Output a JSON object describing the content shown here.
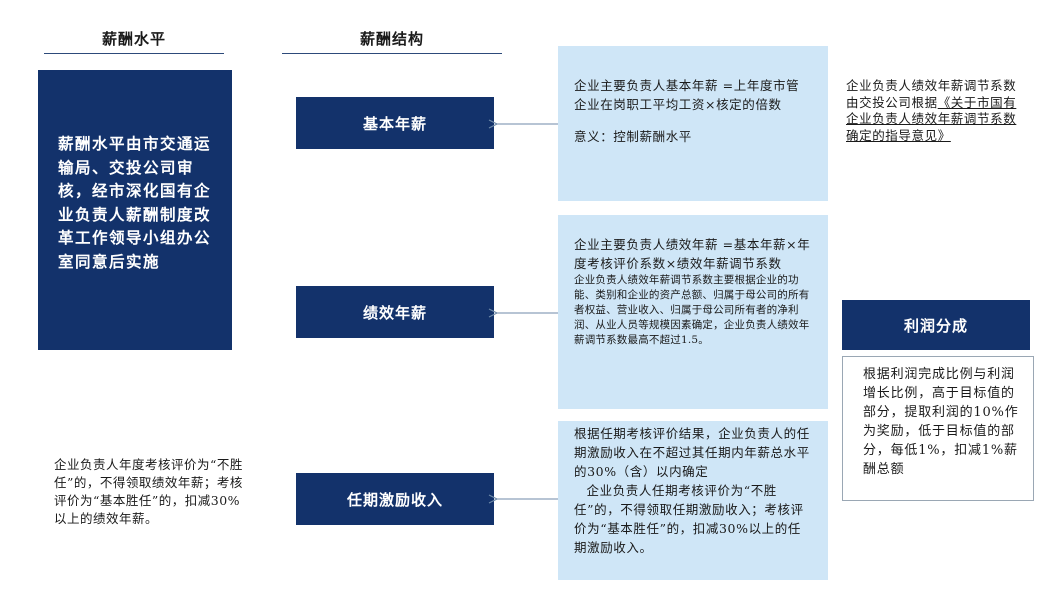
{
  "headers": {
    "salary_level": "薪酬水平",
    "salary_structure": "薪酬结构"
  },
  "left_panel": {
    "text": "薪酬水平由市交通运输局、交投公司审核，经市深化国有企业负责人薪酬制度改革工作领导小组办公室同意后实施"
  },
  "components": {
    "base_salary": "基本年薪",
    "performance_salary": "绩效年薪",
    "term_incentive": "任期激励收入"
  },
  "descriptions": {
    "base": {
      "formula": "企业主要负责人基本年薪 =上年度市管企业在岗职工平均工资×核定的倍数",
      "meaning": "意义：控制薪酬水平"
    },
    "performance": {
      "formula": "企业主要负责人绩效年薪 =基本年薪×年度考核评价系数×绩效年薪调节系数",
      "detail": "企业负责人绩效年薪调节系数主要根据企业的功能、类别和企业的资产总额、归属于母公司的所有者权益、营业收入、归属于母公司所有者的净利润、从业人员等规模因素确定，企业负责人绩效年薪调节系数最高不超过1.5。"
    },
    "term": {
      "rule1": "根据任期考核评价结果，企业负责人的任期激励收入在不超过其任期内年薪总水平的30%（含）以内确定",
      "rule2": "企业负责人任期考核评价为“不胜任”的，不得领取任期激励收入；考核评价为“基本胜任”的，扣减30%以上的任期激励收入。"
    }
  },
  "side_notes": {
    "performance_adjust": {
      "line1": "企业负责人绩效年薪调节系数由交投公司根据",
      "line2": "《关于市国有企业负责人绩效年薪调节系数确定的指导意见》"
    },
    "annual_review": "企业负责人年度考核评价为“不胜任”的，不得领取绩效年薪；考核评价为“基本胜任”的，扣减30%以上的绩效年薪。"
  },
  "profit_sharing": {
    "title": "利润分成",
    "text": "根据利润完成比例与利润增长比例，高于目标值的部分，提取利润的10%作为奖励，低于目标值的部分，每低1%，扣减1%薪酬总额"
  },
  "colors": {
    "navy": "#13326b",
    "light_blue": "#cfe6f7",
    "rule": "#2d4a7a",
    "arrow": "#6f8aa8",
    "border_grey": "#9aa7b4"
  }
}
